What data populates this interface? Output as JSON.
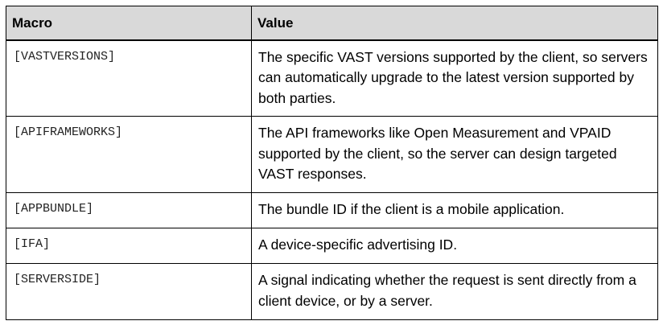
{
  "table": {
    "headers": {
      "macro": "Macro",
      "value": "Value"
    },
    "rows": [
      {
        "macro": "[VASTVERSIONS]",
        "value": "The specific VAST versions supported by the client, so servers can automatically upgrade to the latest version supported by both parties."
      },
      {
        "macro": "[APIFRAMEWORKS]",
        "value": "The API frameworks like Open Measurement and VPAID supported by the client, so the server can design targeted VAST responses."
      },
      {
        "macro": "[APPBUNDLE]",
        "value": "The bundle ID if the client is a mobile application."
      },
      {
        "macro": "[IFA]",
        "value": "A device-specific advertising ID."
      },
      {
        "macro": "[SERVERSIDE]",
        "value": "A signal indicating whether the request is sent directly from a client device, or by a server."
      }
    ]
  },
  "colors": {
    "header_background": "#d9d9d9",
    "border": "#000000",
    "text": "#000000"
  }
}
